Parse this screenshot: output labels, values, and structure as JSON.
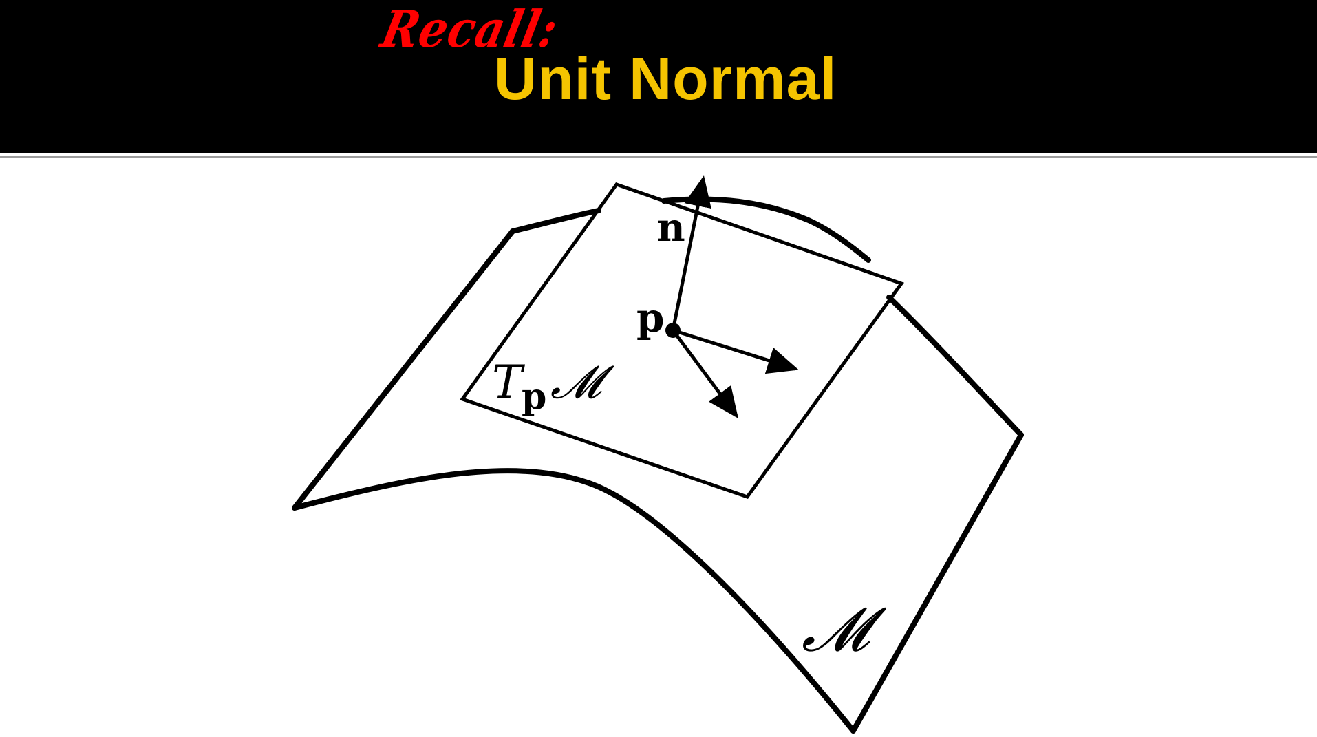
{
  "slide": {
    "recall_label": "Recall:",
    "title": "Unit Normal",
    "colors": {
      "header_background": "#000000",
      "recall_text": "#ff0000",
      "title_text": "#f5c400",
      "diagram_stroke": "#000000"
    }
  },
  "diagram": {
    "labels": {
      "normal_vector": "n",
      "point": "p",
      "tangent_space_T": "T",
      "tangent_space_sub": "p",
      "tangent_space_manifold": "𝓜",
      "manifold": "𝓜"
    }
  }
}
